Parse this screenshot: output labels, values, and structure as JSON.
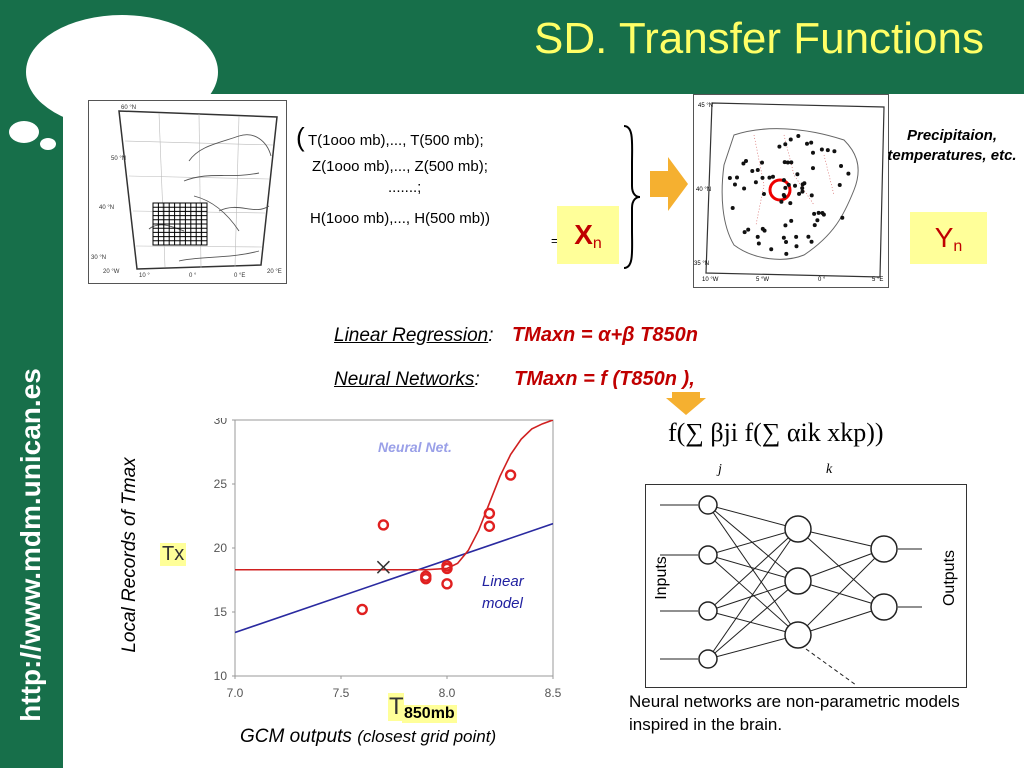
{
  "title": "SD. Transfer Functions",
  "url": "http://www.mdm.unican.es",
  "predictors": {
    "open": "(",
    "line1": "T(1ooo mb),..., T(500 mb);",
    "line2": "Z(1ooo mb),..., Z(500 mb);",
    "line3": ".......;",
    "line4": "H(1ooo mb),..., H(500 mb))",
    "equals": "=",
    "x_symbol": "X",
    "x_sub": "n"
  },
  "predictand": {
    "label": "Precipitaion, temperatures, etc.",
    "y_symbol": "Y",
    "y_sub": "n"
  },
  "map_left": {
    "lat_labels": [
      "60 °N",
      "50 °N",
      "40 °N",
      "30 °N"
    ],
    "lon_labels": [
      "20 °W",
      "10 °",
      "0 °",
      "0 °E",
      "20 °E"
    ]
  },
  "map_right": {
    "lat_labels": [
      "45 °N",
      "40 °N",
      "35 °N"
    ],
    "lon_labels": [
      "10 °W",
      "5 °W",
      "0 °",
      "5 °E"
    ]
  },
  "methods": {
    "lr_label": "Linear Regression",
    "lr_colon": ":",
    "lr_formula": "TMaxn = α+β T850n",
    "nn_label": "Neural Networks",
    "nn_colon": ":",
    "nn_formula": "TMaxn = f (T850n ),"
  },
  "nn_formula_math": "f(∑ βji f(∑ αik xkp))",
  "nn_formula_j": "j",
  "nn_formula_k": "k",
  "nn_diagram": {
    "inputs_label": "Inputs",
    "outputs_label": "Outputs"
  },
  "nn_caption": "Neural networks are non-parametric models inspired in the brain.",
  "y_axis_label": "Local Records of Tmax",
  "x_axis_label_main": "GCM outputs",
  "x_axis_label_sub": "(closest grid point)",
  "tx_label": "Tx",
  "t850_label": "T",
  "t850_box": "850mb",
  "chart_data": {
    "type": "scatter",
    "xlim": [
      7.0,
      8.5
    ],
    "ylim": [
      10,
      30
    ],
    "x_ticks": [
      "7.0",
      "7.5",
      "8.0",
      "8.5"
    ],
    "y_ticks": [
      "10",
      "15",
      "20",
      "25",
      "30"
    ],
    "points": [
      {
        "x": 7.6,
        "y": 15.2
      },
      {
        "x": 7.7,
        "y": 21.8
      },
      {
        "x": 7.9,
        "y": 17.8
      },
      {
        "x": 7.9,
        "y": 17.6
      },
      {
        "x": 8.0,
        "y": 18.6
      },
      {
        "x": 8.0,
        "y": 18.4
      },
      {
        "x": 8.0,
        "y": 17.2
      },
      {
        "x": 8.2,
        "y": 22.7
      },
      {
        "x": 8.2,
        "y": 21.7
      },
      {
        "x": 8.3,
        "y": 25.7
      }
    ],
    "cross": {
      "x": 7.7,
      "y": 18.5
    },
    "series": [
      {
        "name": "Linear model",
        "color": "#2a2aa0",
        "type": "line",
        "x": [
          7.0,
          8.5
        ],
        "y": [
          13.4,
          21.9
        ]
      },
      {
        "name": "Neural Net.",
        "color": "#d02020",
        "type": "curve",
        "x": [
          7.0,
          7.5,
          7.9,
          8.0,
          8.05,
          8.1,
          8.15,
          8.2,
          8.25,
          8.3,
          8.35,
          8.4,
          8.45,
          8.5
        ],
        "y": [
          18.3,
          18.3,
          18.3,
          18.4,
          18.8,
          19.8,
          21.4,
          23.5,
          25.6,
          27.3,
          28.5,
          29.3,
          29.7,
          30.0
        ]
      }
    ],
    "colors": {
      "point": "#e02020",
      "cross": "#333333"
    }
  }
}
